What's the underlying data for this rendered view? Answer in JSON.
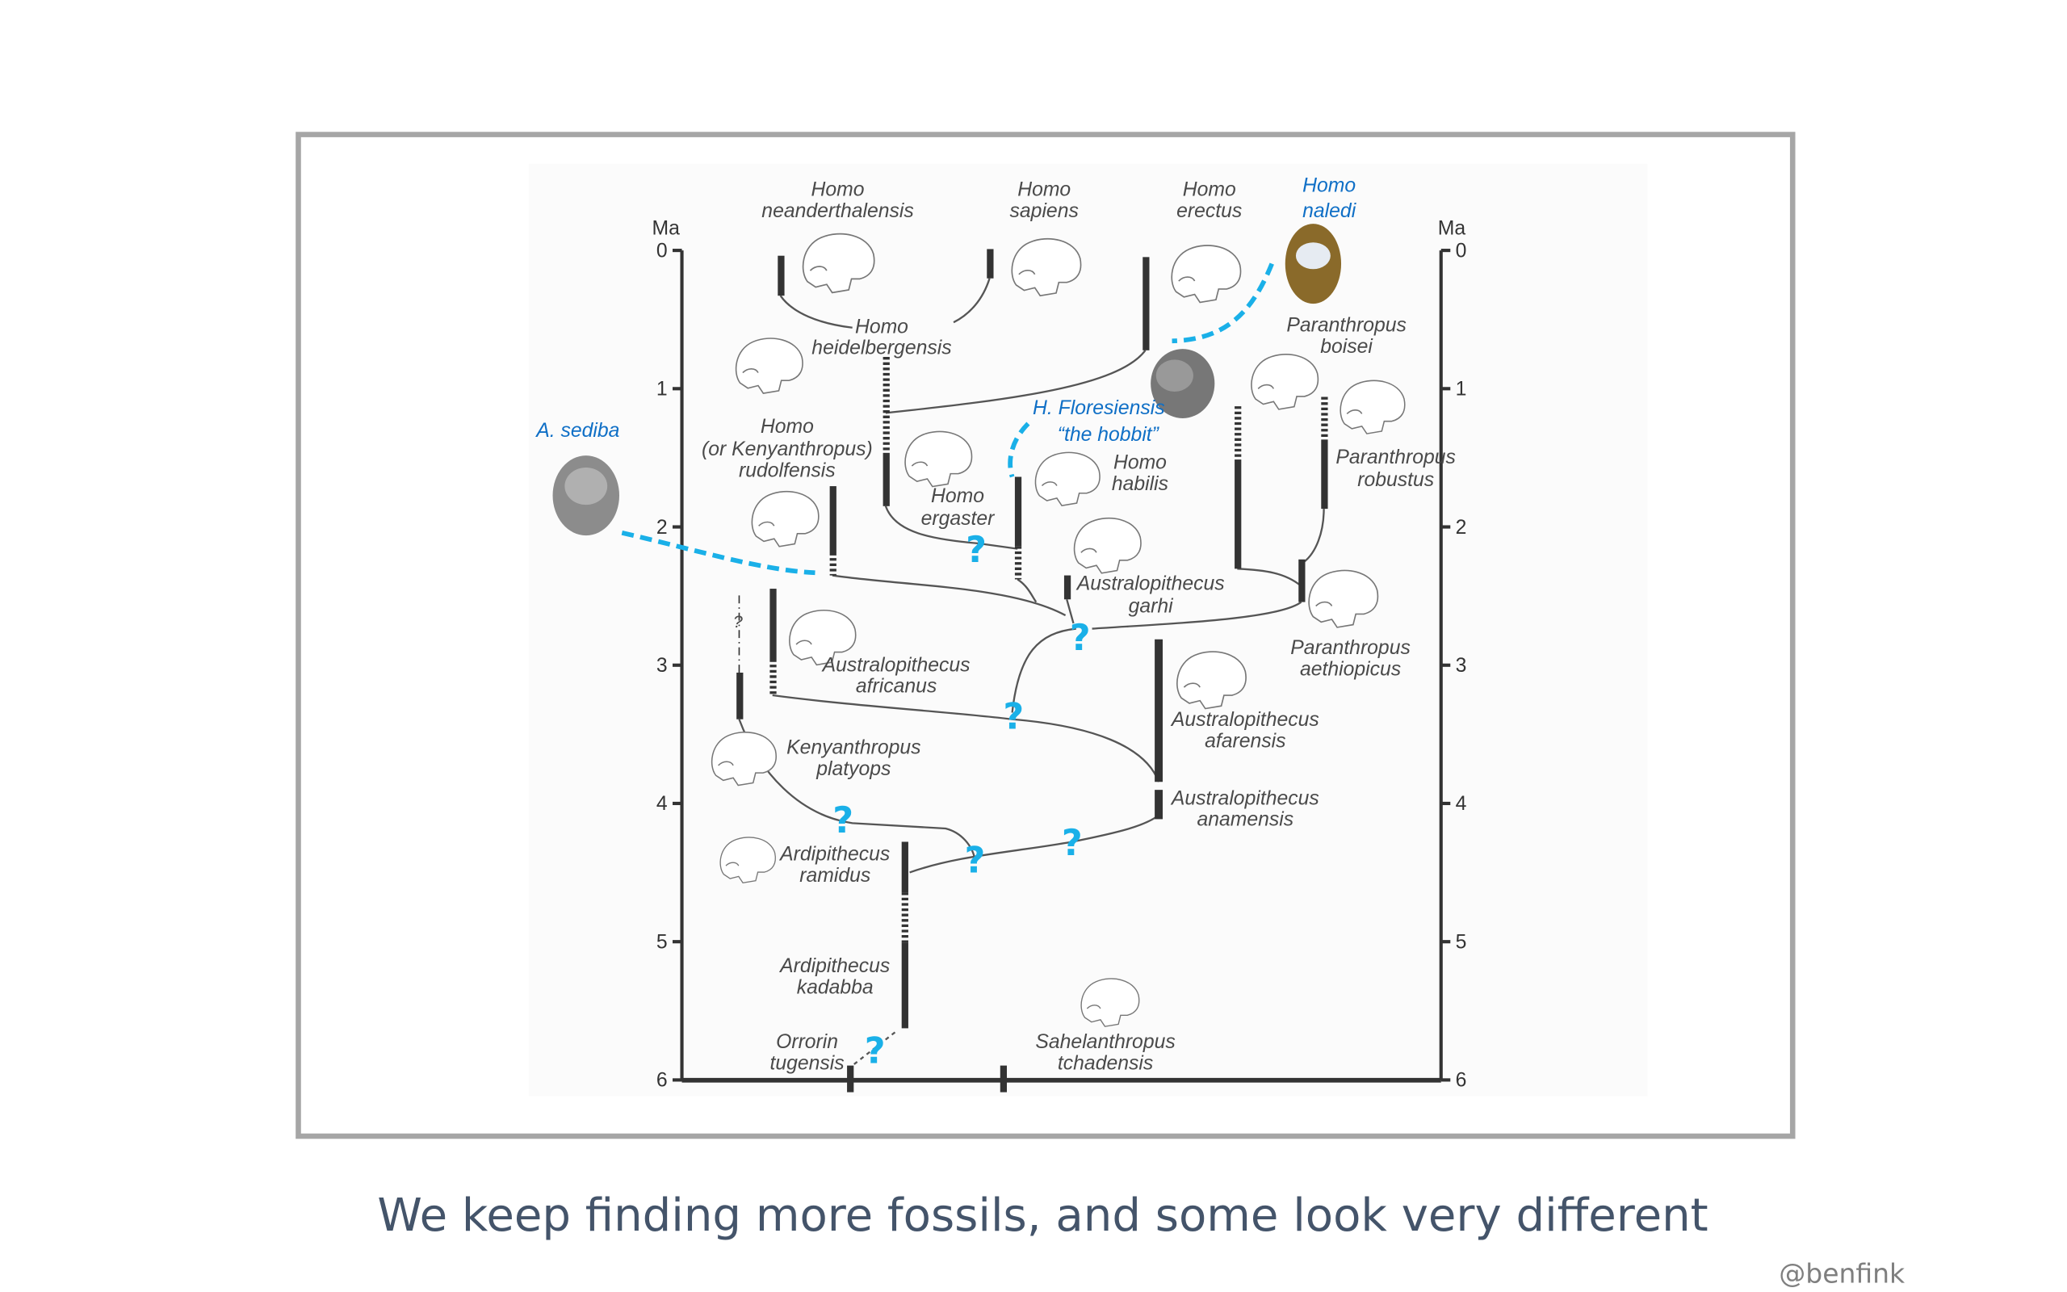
{
  "axis": {
    "unit_label_left": "Ma",
    "unit_label_right": "Ma",
    "ticks": [
      "0",
      "1",
      "2",
      "3",
      "4",
      "5",
      "6"
    ]
  },
  "taxa": {
    "neanderthalensis": [
      "Homo",
      "neanderthalensis"
    ],
    "sapiens": [
      "Homo",
      "sapiens"
    ],
    "erectus": [
      "Homo",
      "erectus"
    ],
    "naledi": [
      "Homo",
      "naledi"
    ],
    "heidelbergensis": [
      "Homo",
      "heidelbergensis"
    ],
    "boisei": [
      "Paranthropus",
      "boisei"
    ],
    "floresiensis": [
      "H. Floresiensis",
      "“the hobbit”"
    ],
    "sediba": [
      "A. sediba"
    ],
    "rudolfensis": [
      "Homo",
      "(or Kenyanthropus)",
      "rudolfensis"
    ],
    "habilis": [
      "Homo",
      "habilis"
    ],
    "robustus": [
      "Paranthropus",
      "robustus"
    ],
    "ergaster": [
      "Homo",
      "ergaster"
    ],
    "garhi": [
      "Australopithecus",
      "garhi"
    ],
    "aethiopicus": [
      "Paranthropus",
      "aethiopicus"
    ],
    "africanus": [
      "Australopithecus",
      "africanus"
    ],
    "afarensis": [
      "Australopithecus",
      "afarensis"
    ],
    "platyops": [
      "Kenyanthropus",
      "platyops"
    ],
    "anamensis": [
      "Australopithecus",
      "anamensis"
    ],
    "ramidus": [
      "Ardipithecus",
      "ramidus"
    ],
    "kadabba": [
      "Ardipithecus",
      "kadabba"
    ],
    "orrorin": [
      "Orrorin",
      "tugensis"
    ],
    "sahelanthropus": [
      "Sahelanthropus",
      "tchadensis"
    ]
  },
  "uncertain_mark": "?",
  "question_mark": "?",
  "caption": "We keep finding more fossils, and some look very different",
  "handle": "@benfink",
  "colors": {
    "accent_blue": "#1ab0e8",
    "label_blue": "#0f6fc6",
    "frame": "#a6a6a6",
    "caption": "#44546a"
  }
}
